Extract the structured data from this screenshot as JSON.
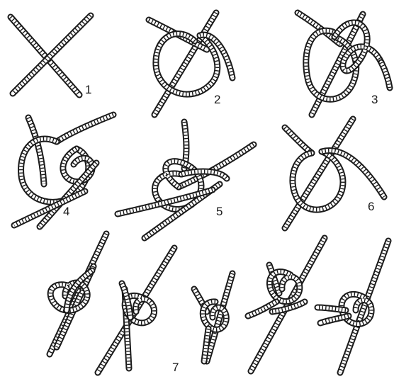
{
  "figure": {
    "steps": [
      {
        "label": "1",
        "icon": "crossed-ropes-icon"
      },
      {
        "label": "2",
        "icon": "rope-loop-icon"
      },
      {
        "label": "3",
        "icon": "rope-double-loop-icon"
      },
      {
        "label": "4",
        "icon": "rope-wrap-icon"
      },
      {
        "label": "5",
        "icon": "rope-tuck-icon"
      },
      {
        "label": "6",
        "icon": "rope-bight-icon"
      },
      {
        "label": "7",
        "icon": "finished-knots-icon"
      }
    ],
    "colors": {
      "rope": "#1a1a1a",
      "background": "#ffffff"
    }
  }
}
